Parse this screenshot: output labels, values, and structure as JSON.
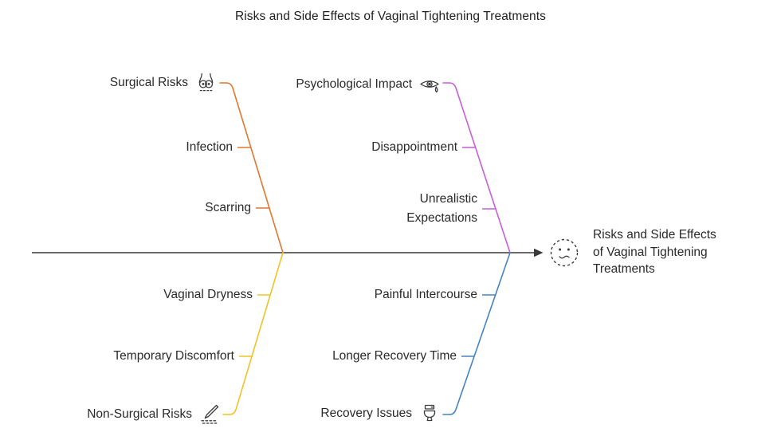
{
  "title": "Risks and Side Effects of Vaginal Tightening Treatments",
  "head": {
    "label": "Risks and Side Effects of Vaginal Tightening Treatments",
    "icon": "dizzy-face-icon"
  },
  "colors": {
    "spine": "#3A3A3A",
    "text": "#2A2A2A"
  },
  "branches": [
    {
      "label": "Surgical Risks",
      "icon": "female-torso-icon",
      "color": "#E0772E",
      "position": "top-left",
      "items": [
        "Infection",
        "Scarring"
      ]
    },
    {
      "label": "Psychological Impact",
      "icon": "crying-eye-icon",
      "color": "#C75FD9",
      "position": "top-right",
      "items": [
        "Disappointment",
        "Unrealistic Expectations"
      ]
    },
    {
      "label": "Non-Surgical Risks",
      "icon": "scalpel-icon",
      "color": "#EDC427",
      "position": "bottom-left",
      "items": [
        "Vaginal Dryness",
        "Temporary Discomfort"
      ]
    },
    {
      "label": "Recovery Issues",
      "icon": "toilet-icon",
      "color": "#4583C4",
      "position": "bottom-right",
      "items": [
        "Painful Intercourse",
        "Longer Recovery Time"
      ]
    }
  ]
}
